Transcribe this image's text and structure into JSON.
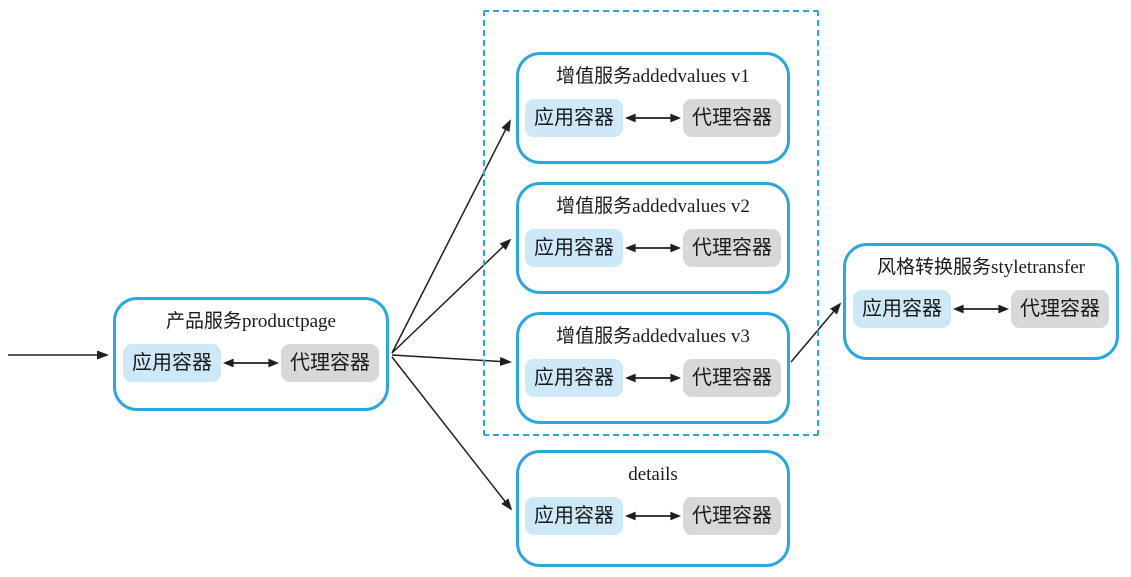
{
  "nodes": {
    "productpage": {
      "title": "产品服务productpage"
    },
    "addedvalues_v1": {
      "title": "增值服务addedvalues v1"
    },
    "addedvalues_v2": {
      "title": "增值服务addedvalues v2"
    },
    "addedvalues_v3": {
      "title": "增值服务addedvalues v3"
    },
    "styletransfer": {
      "title": "风格转换服务styletransfer"
    },
    "details": {
      "title": "details"
    }
  },
  "container_labels": {
    "app": "应用容器",
    "proxy": "代理容器"
  },
  "edges": [
    {
      "from": "external",
      "to": "productpage"
    },
    {
      "from": "productpage",
      "to": "addedvalues_v1"
    },
    {
      "from": "productpage",
      "to": "addedvalues_v2"
    },
    {
      "from": "productpage",
      "to": "addedvalues_v3"
    },
    {
      "from": "productpage",
      "to": "details"
    },
    {
      "from": "addedvalues_v3",
      "to": "styletransfer"
    }
  ],
  "colors": {
    "box_border": "#29a8e0",
    "dashed_boundary": "#29a8e0",
    "app_badge_bg": "#cde9f8",
    "proxy_badge_bg": "#d8d8d8",
    "arrow": "#1f1f1f"
  }
}
